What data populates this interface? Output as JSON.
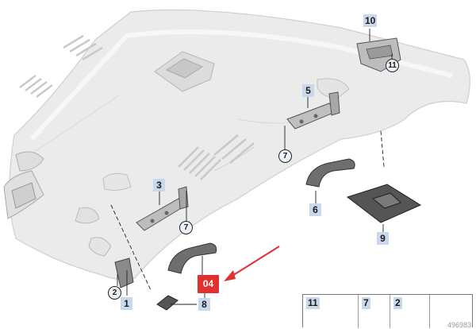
{
  "callouts": {
    "p1": "1",
    "p2": "2",
    "p3": "3",
    "p5": "5",
    "p6": "6",
    "p7a": "7",
    "p7b": "7",
    "p8": "8",
    "p9": "9",
    "p10": "10",
    "p11": "11"
  },
  "highlight": {
    "label": "04",
    "color": "#e03030"
  },
  "legend": {
    "item11": "11",
    "item7": "7",
    "item2": "2"
  },
  "doc_id": "496983",
  "colors": {
    "callout_bg": "#c9d8ea",
    "line": "#1a1a1a"
  }
}
